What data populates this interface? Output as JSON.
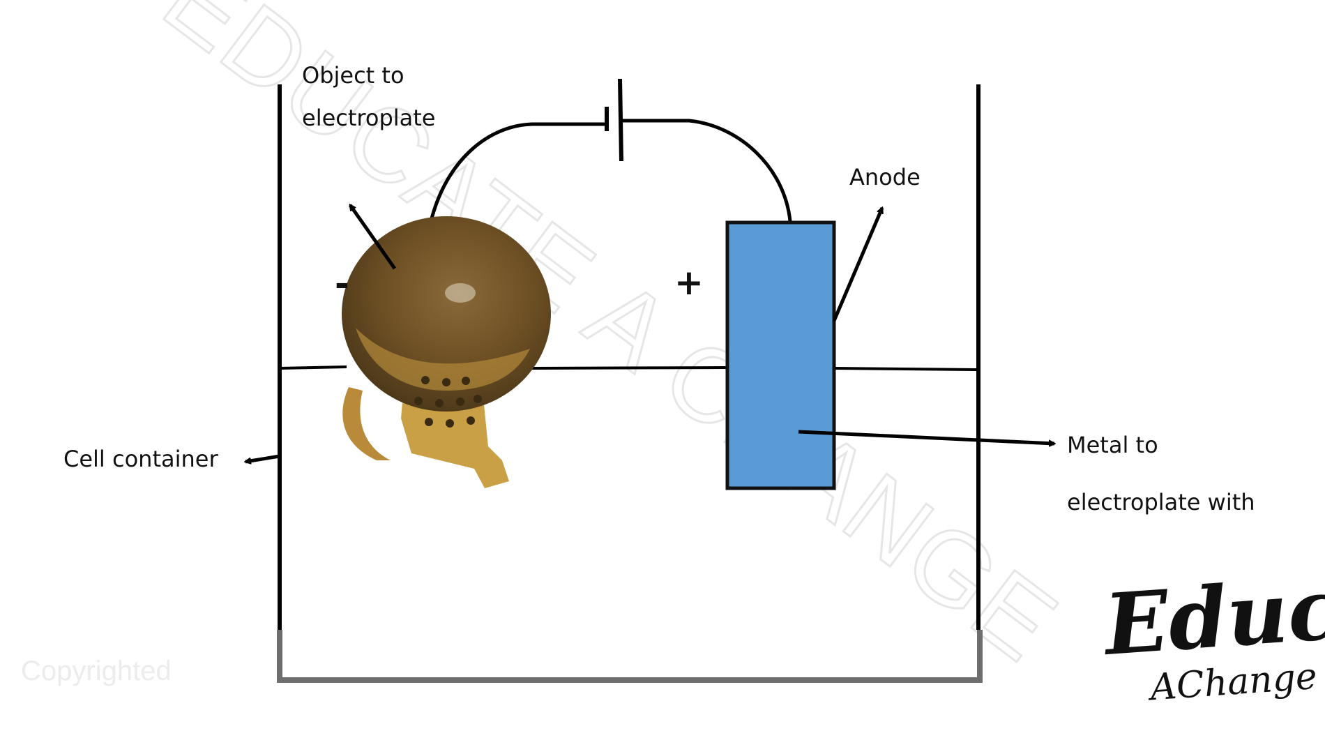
{
  "labels": {
    "object_line1": "Object to",
    "object_line2": "electroplate",
    "anode": "Anode",
    "metal_line1": "Metal to",
    "metal_line2": "electroplate with",
    "cell_container": "Cell container",
    "negative": "-",
    "positive": "+"
  },
  "watermark": "EDUCATE A CHANGE",
  "copyright": "Copyrighted",
  "logo": {
    "line1": "Educate",
    "line2": "AChange"
  },
  "colors": {
    "anode_fill": "#5b9bd5",
    "container_base": "#6e6e6e"
  }
}
